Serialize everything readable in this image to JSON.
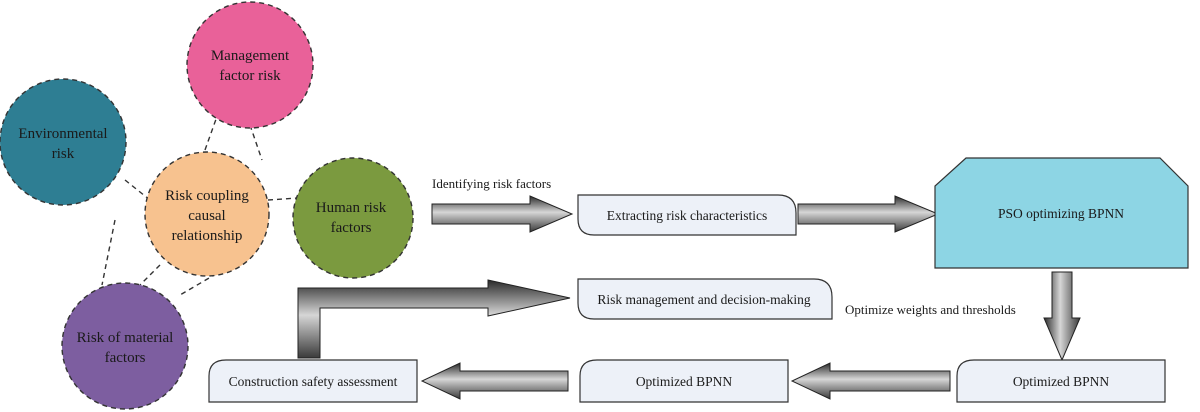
{
  "circles": {
    "management": {
      "line1": "Management",
      "line2": "factor risk",
      "color": "#e96199"
    },
    "environmental": {
      "line1": "Environmental",
      "line2": "risk",
      "color": "#2e7e93"
    },
    "coupling": {
      "line1": "Risk coupling",
      "line2": "causal",
      "line3": "relationship",
      "color": "#f7c28f"
    },
    "human": {
      "line1": "Human risk",
      "line2": "factors",
      "color": "#7b9a3f"
    },
    "material": {
      "line1": "Risk of material",
      "line2": "factors",
      "color": "#7d5ea0"
    }
  },
  "labels": {
    "identifying": "Identifying risk factors",
    "optimize_weights": "Optimize weights and thresholds"
  },
  "boxes": {
    "extracting": "Extracting risk characteristics",
    "pso": "PSO optimizing BPNN",
    "optimized_right": "Optimized BPNN",
    "optimized_mid": "Optimized BPNN",
    "construction": "Construction safety assessment",
    "risk_management": "Risk management and decision-making"
  },
  "colors": {
    "box_fill": "#edf1f8",
    "pso_fill": "#8dd5e4",
    "arrow_dark": "#333333",
    "arrow_light": "#c8c8c8"
  }
}
